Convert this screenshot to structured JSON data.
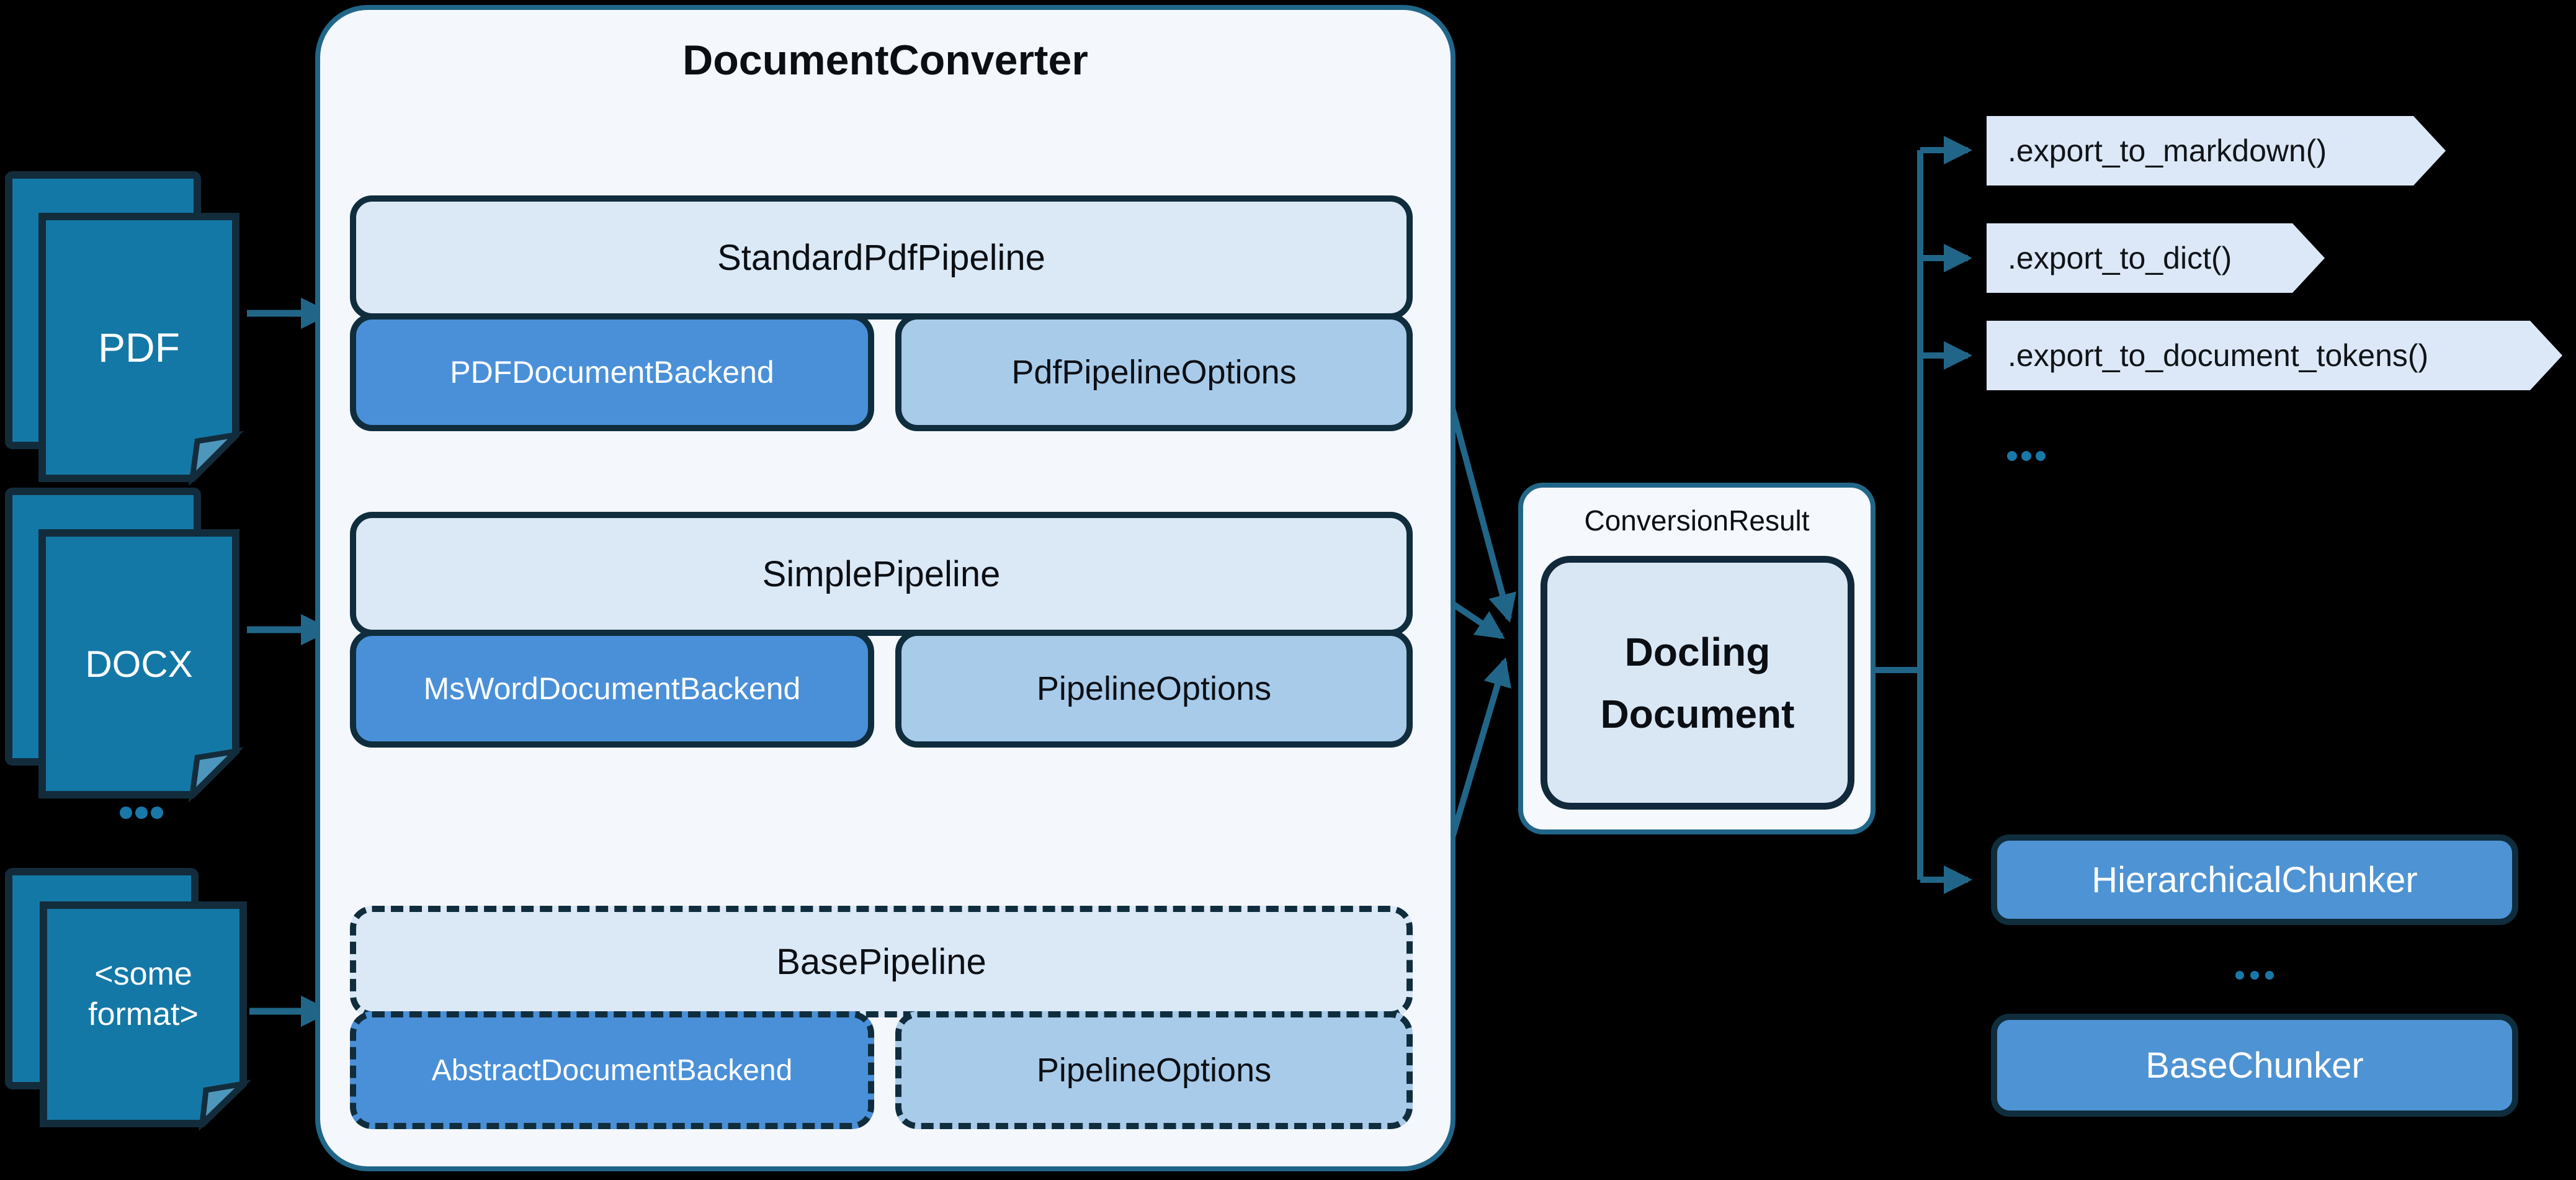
{
  "colors": {
    "background": "#000000",
    "teal_accent": "#216688",
    "icon_fill": "#1478A6",
    "box_border": "#0F2D3D",
    "header_fill": "#DBE8F6",
    "backend_fill": "#4A90D8",
    "options_fill": "#A9CBEA",
    "container_fill": "#F4F7FC",
    "chevron_fill": "#DCE8F7",
    "chunker_fill": "#4E93D3",
    "dots": "#1878A8"
  },
  "inputs": {
    "pdf": {
      "label": "PDF"
    },
    "docx": {
      "label": "DOCX"
    },
    "some_format": {
      "label_line1": "<some",
      "label_line2": "format>"
    },
    "ellipsis": "..."
  },
  "converter": {
    "title": "DocumentConverter",
    "ellipsis": "...",
    "pipelines": [
      {
        "name": "StandardPdfPipeline",
        "backend": "PDFDocumentBackend",
        "options": "PdfPipelineOptions"
      },
      {
        "name": "SimplePipeline",
        "backend": "MsWordDocumentBackend",
        "options": "PipelineOptions"
      },
      {
        "name": "BasePipeline",
        "backend": "AbstractDocumentBackend",
        "options": "PipelineOptions"
      }
    ]
  },
  "result": {
    "label": "ConversionResult",
    "doc_line1": "Docling",
    "doc_line2": "Document"
  },
  "exports": {
    "items": [
      ".export_to_markdown()",
      ".export_to_dict()",
      ".export_to_document_tokens()"
    ],
    "ellipsis": "..."
  },
  "chunkers": {
    "hierarchical": "HierarchicalChunker",
    "base": "BaseChunker",
    "ellipsis": "..."
  }
}
